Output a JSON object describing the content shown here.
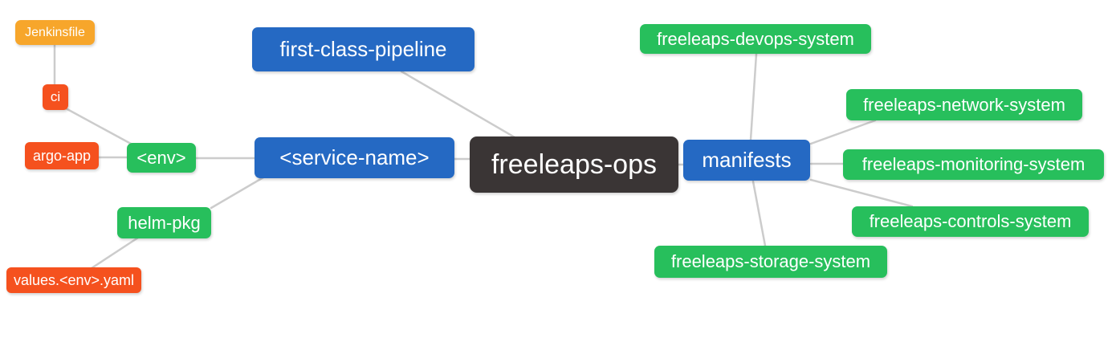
{
  "diagram": {
    "type": "mindmap",
    "palette": {
      "root_bg": "#3a3535",
      "branch_blue_bg": "#2569c3",
      "leaf_green_bg": "#27bf5c",
      "leaf_orange_bg": "#f7a62b",
      "leaf_red_bg": "#f5511e",
      "edge_color": "#cccccc",
      "text_color": "#ffffff",
      "background": "#ffffff"
    },
    "nodes": {
      "root": {
        "label": "freeleaps-ops"
      },
      "first_class_pipeline": {
        "label": "first-class-pipeline"
      },
      "service_name": {
        "label": "<service-name>"
      },
      "manifests": {
        "label": "manifests"
      },
      "env": {
        "label": "<env>"
      },
      "helm_pkg": {
        "label": "helm-pkg"
      },
      "ci": {
        "label": "ci"
      },
      "jenkinsfile": {
        "label": "Jenkinsfile"
      },
      "argo_app": {
        "label": "argo-app"
      },
      "values_env_yaml": {
        "label": "values.<env>.yaml"
      },
      "devops_system": {
        "label": "freeleaps-devops-system"
      },
      "network_system": {
        "label": "freeleaps-network-system"
      },
      "monitoring_system": {
        "label": "freeleaps-monitoring-system"
      },
      "controls_system": {
        "label": "freeleaps-controls-system"
      },
      "storage_system": {
        "label": "freeleaps-storage-system"
      }
    },
    "edges": [
      {
        "from": "jenkinsfile",
        "to": "ci"
      },
      {
        "from": "ci",
        "to": "env"
      },
      {
        "from": "argo_app",
        "to": "env"
      },
      {
        "from": "env",
        "to": "service_name"
      },
      {
        "from": "service_name",
        "to": "helm_pkg"
      },
      {
        "from": "helm_pkg",
        "to": "values_env_yaml"
      },
      {
        "from": "first_class_pipeline",
        "to": "root"
      },
      {
        "from": "service_name",
        "to": "root"
      },
      {
        "from": "root",
        "to": "manifests"
      },
      {
        "from": "manifests",
        "to": "devops_system"
      },
      {
        "from": "manifests",
        "to": "network_system"
      },
      {
        "from": "manifests",
        "to": "monitoring_system"
      },
      {
        "from": "manifests",
        "to": "controls_system"
      },
      {
        "from": "manifests",
        "to": "storage_system"
      }
    ]
  }
}
